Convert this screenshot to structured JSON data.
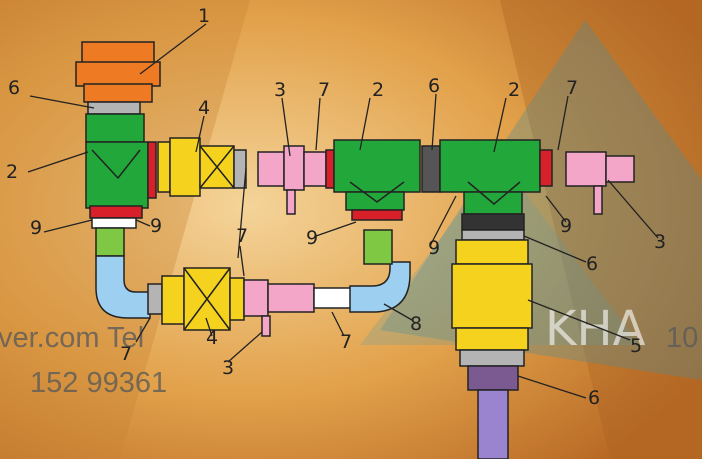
{
  "watermark": {
    "line1": "ver.com Tel",
    "line2": "152 99361",
    "fragment_right": "10",
    "logo_letters": "KHA"
  },
  "callouts": [
    "1",
    "2",
    "3",
    "4",
    "5",
    "6",
    "7",
    "8",
    "9"
  ],
  "colors": {
    "elbow_tee": "#22a83a",
    "valve_yellow": "#f5d21e",
    "coupling_pink": "#f3a6c8",
    "reducer_orange": "#ee7a24",
    "pipe_blue": "#9ccff0",
    "gasket_red": "#d8202a",
    "nut_gray": "#b4b4b4"
  }
}
